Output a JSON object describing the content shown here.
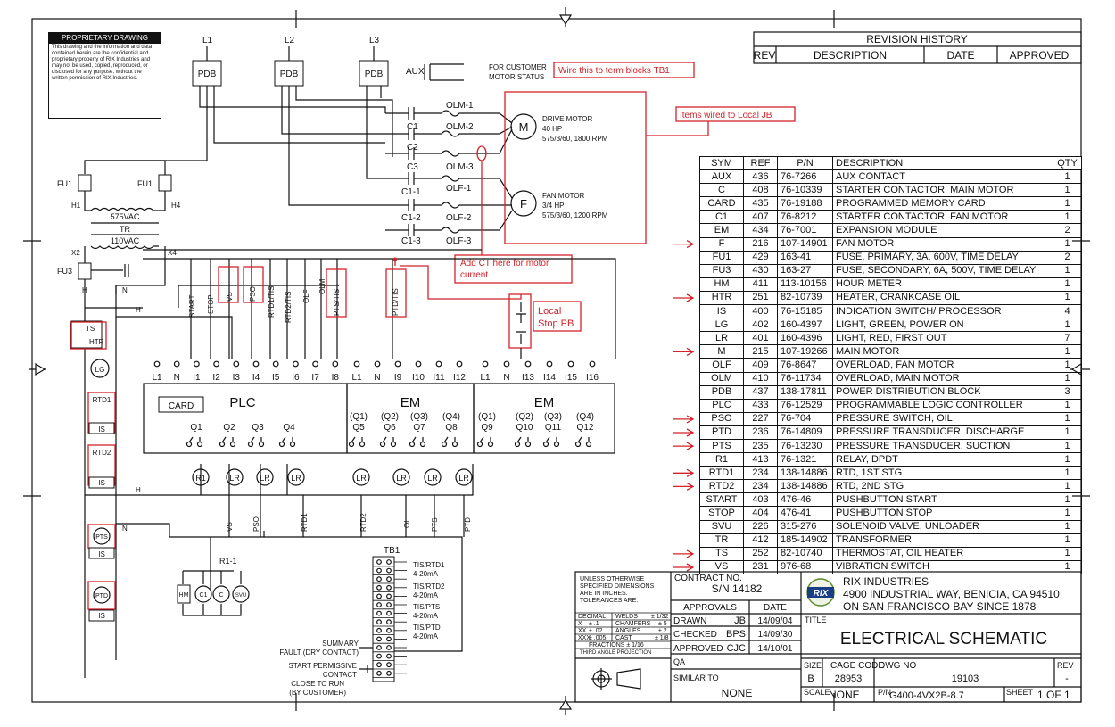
{
  "proprietary": {
    "title": "PROPRIETARY DRAWING",
    "text": "This drawing and the information and data contained herein are the confidential and proprietary property of RIX Industries and may not be used, copied, reproduced, or disclosed for any purpose, without the written permission of RIX Industries."
  },
  "revision": {
    "title": "REVISION HISTORY",
    "headers": [
      "REV",
      "DESCRIPTION",
      "DATE",
      "APPROVED"
    ]
  },
  "lines": {
    "l1": "L1",
    "l2": "L2",
    "l3": "L3",
    "pdb": "PDB",
    "aux": "AUX",
    "customer": "FOR CUSTOMER",
    "motor_status": "MOTOR STATUS"
  },
  "notes": {
    "wire_tb1": "Wire this to term blocks TB1",
    "items_jb": "Items wired to Local JB",
    "ct_1": "Add CT here for motor",
    "ct_2": "current",
    "local_1": "Local",
    "local_2": "Stop PB"
  },
  "motor": {
    "drive_sym": "M",
    "drive_1": "DRIVE MOTOR",
    "drive_2": "40 HP",
    "drive_3": "575/3/60, 1800 RPM",
    "fan_sym": "F",
    "fan_1": "FAN MOTOR",
    "fan_2": "3/4 HP",
    "fan_3": "575/3/60, 1200 RPM",
    "contacts": [
      "C1",
      "C2",
      "C3",
      "C1-1",
      "C1-2",
      "C1-3"
    ],
    "overloads": [
      "OLM-1",
      "OLM-2",
      "OLM-3",
      "OLF-1",
      "OLF-2",
      "OLF-3"
    ]
  },
  "control": {
    "fu1": "FU1",
    "fu3": "FU3",
    "h1": "H1",
    "h4": "H4",
    "v575": "575VAC",
    "tr": "TR",
    "v110": "110VAC",
    "x2": "X2",
    "x4": "X4",
    "h": "H",
    "n": "N",
    "ts": "TS",
    "htr": "HTR",
    "lg": "LG",
    "rtd1": "RTD1",
    "rtd2": "RTD2",
    "is": "IS",
    "pts": "PTS",
    "ptd": "PTD",
    "r11": "R1-1",
    "hm": "HM",
    "c1": "C1",
    "c": "C",
    "svu": "SVU",
    "sw": [
      "START",
      "STOP",
      "VS",
      "PSO",
      "RTD1/TIS",
      "RTD2/TIS",
      "OLF",
      "OLM",
      "PTS/TIS",
      "PTD/TIS"
    ]
  },
  "plc": {
    "label": "PLC",
    "card": "CARD",
    "inputs": [
      "L1",
      "N",
      "I1",
      "I2",
      "I3",
      "I4",
      "I5",
      "I6",
      "I7",
      "I8"
    ],
    "outputs": [
      "Q1",
      "Q2",
      "Q3",
      "Q4"
    ],
    "coils": [
      "R1",
      "LR",
      "LR",
      "LR"
    ],
    "wires": [
      "VS",
      "PSO",
      "RTD1"
    ]
  },
  "em1": {
    "label": "EM",
    "inputs": [
      "L1",
      "N",
      "I9",
      "I10",
      "I11",
      "I12"
    ],
    "outputs_top": [
      "(Q1)",
      "(Q2)",
      "(Q3)",
      "(Q4)"
    ],
    "outputs": [
      "Q5",
      "Q6",
      "Q7",
      "Q8"
    ],
    "wires": [
      "RTD2",
      "OL",
      "PTS"
    ]
  },
  "em2": {
    "label": "EM",
    "inputs": [
      "L1",
      "N",
      "I13",
      "I14",
      "I15",
      "I16"
    ],
    "outputs_top": [
      "(Q1)",
      "(Q2)",
      "(Q3)",
      "(Q4)"
    ],
    "outputs": [
      "Q9",
      "Q10",
      "Q11",
      "Q12"
    ],
    "wires": [
      "PTD"
    ]
  },
  "tb1": {
    "title": "TB1",
    "labels": [
      "TIS/RTD1",
      "4-20mA",
      "TIS/RTD2",
      "4-20mA",
      "TIS/PTS",
      "4-20mA",
      "TIS/PTD",
      "4-20mA"
    ],
    "summary_1": "SUMMARY",
    "summary_2": "FAULT (DRY CONTACT)",
    "start_1": "START PERMISSIVE",
    "start_2": "CONTACT",
    "start_3": "CLOSE TO RUN",
    "start_4": "(BY CUSTOMER)"
  },
  "parts": {
    "headers": [
      "SYM",
      "REF",
      "P/N",
      "DESCRIPTION",
      "QTY"
    ],
    "rows": [
      [
        "AUX",
        "436",
        "76-7266",
        "AUX CONTACT",
        "1"
      ],
      [
        "C",
        "408",
        "76-10339",
        "STARTER CONTACTOR, MAIN MOTOR",
        "1"
      ],
      [
        "CARD",
        "435",
        "76-19188",
        "PROGRAMMED MEMORY CARD",
        "1"
      ],
      [
        "C1",
        "407",
        "76-8212",
        "STARTER CONTACTOR, FAN MOTOR",
        "1"
      ],
      [
        "EM",
        "434",
        "76-7001",
        "EXPANSION MODULE",
        "2"
      ],
      [
        "F",
        "216",
        "107-14901",
        "FAN MOTOR",
        "1"
      ],
      [
        "FU1",
        "429",
        "163-41",
        "FUSE, PRIMARY, 3A, 600V, TIME DELAY",
        "2"
      ],
      [
        "FU3",
        "430",
        "163-27",
        "FUSE, SECONDARY, 6A, 500V, TIME DELAY",
        "1"
      ],
      [
        "HM",
        "411",
        "113-10156",
        "HOUR METER",
        "1"
      ],
      [
        "HTR",
        "251",
        "82-10739",
        "HEATER, CRANKCASE OIL",
        "1"
      ],
      [
        "IS",
        "400",
        "76-15185",
        "INDICATION SWITCH/ PROCESSOR",
        "4"
      ],
      [
        "LG",
        "402",
        "160-4397",
        "LIGHT, GREEN, POWER ON",
        "1"
      ],
      [
        "LR",
        "401",
        "160-4396",
        "LIGHT, RED, FIRST OUT",
        "7"
      ],
      [
        "M",
        "215",
        "107-19266",
        "MAIN MOTOR",
        "1"
      ],
      [
        "OLF",
        "409",
        "76-8647",
        "OVERLOAD, FAN MOTOR",
        "1"
      ],
      [
        "OLM",
        "410",
        "76-11734",
        "OVERLOAD, MAIN MOTOR",
        "1"
      ],
      [
        "PDB",
        "437",
        "138-17811",
        "POWER DISTRIBUTION BLOCK",
        "3"
      ],
      [
        "PLC",
        "433",
        "76-12529",
        "PROGRAMMABLE LOGIC CONTROLLER",
        "1"
      ],
      [
        "PSO",
        "227",
        "76-704",
        "PRESSURE SWITCH, OIL",
        "1"
      ],
      [
        "PTD",
        "236",
        "76-14809",
        "PRESSURE TRANSDUCER, DISCHARGE",
        "1"
      ],
      [
        "PTS",
        "235",
        "76-13230",
        "PRESSURE TRANSDUCER, SUCTION",
        "1"
      ],
      [
        "R1",
        "413",
        "76-1321",
        "RELAY, DPDT",
        "1"
      ],
      [
        "RTD1",
        "234",
        "138-14886",
        "RTD, 1ST STG",
        "1"
      ],
      [
        "RTD2",
        "234",
        "138-14886",
        "RTD, 2ND STG",
        "1"
      ],
      [
        "START",
        "403",
        "476-46",
        "PUSHBUTTON START",
        "1"
      ],
      [
        "STOP",
        "404",
        "476-41",
        "PUSHBUTTON STOP",
        "1"
      ],
      [
        "SVU",
        "226",
        "315-276",
        "SOLENOID VALVE, UNLOADER",
        "1"
      ],
      [
        "TR",
        "412",
        "185-14902",
        "TRANSFORMER",
        "1"
      ],
      [
        "TS",
        "252",
        "82-10740",
        "THERMOSTAT, OIL HEATER",
        "1"
      ],
      [
        "VS",
        "231",
        "976-68",
        "VIBRATION SWITCH",
        "1"
      ]
    ],
    "arrow_rows": [
      5,
      9,
      13,
      18,
      19,
      20,
      22,
      23,
      28,
      29
    ]
  },
  "titleblock": {
    "tol": [
      "UNLESS OTHERWISE",
      "SPECIFIED DIMENSIONS",
      "ARE IN INCHES.",
      "TOLERANCES ARE:"
    ],
    "tol_rows": [
      [
        "DECIMAL",
        "WELDS",
        "± 1/32"
      ],
      [
        "X",
        "± .1",
        "CHAMFERS",
        "± 5"
      ],
      [
        "XX",
        "± .02",
        "ANGLES",
        "± 2"
      ],
      [
        "XXX",
        "± .005",
        "CAST",
        "± 1/8"
      ]
    ],
    "fractions": "FRACTIONS  ± 1/16",
    "third_angle": "THIRD ANGLE PROJECTION",
    "contract_label": "CONTRACT NO.",
    "contract": "S/N 14182",
    "approvals": "APPROVALS",
    "date": "DATE",
    "drawn": "DRAWN",
    "drawn_by": "JB",
    "drawn_date": "14/09/04",
    "checked": "CHECKED",
    "checked_by": "BPS",
    "checked_date": "14/09/30",
    "approved": "APPROVED",
    "approved_by": "CJC",
    "approved_date": "14/10/01",
    "qa": "QA",
    "similar": "SIMILAR TO",
    "similar_val": "NONE",
    "company": "RIX INDUSTRIES",
    "addr1": "4900 INDUSTRIAL WAY, BENICIA, CA 94510",
    "addr2": "ON SAN FRANCISCO BAY SINCE 1878",
    "logo": "RIX",
    "title_label": "TITLE",
    "title": "ELECTRICAL SCHEMATIC",
    "size_label": "SIZE",
    "size": "B",
    "cage_label": "CAGE CODE",
    "cage": "28953",
    "dwg_label": "DWG NO",
    "dwg": "19103",
    "rev_label": "REV",
    "rev": "-",
    "scale_label": "SCALE",
    "scale": "NONE",
    "pn_label": "P/N",
    "pn": "G400-4VX2B-8.7",
    "sheet_label": "SHEET",
    "sheet": "1  OF  1"
  }
}
